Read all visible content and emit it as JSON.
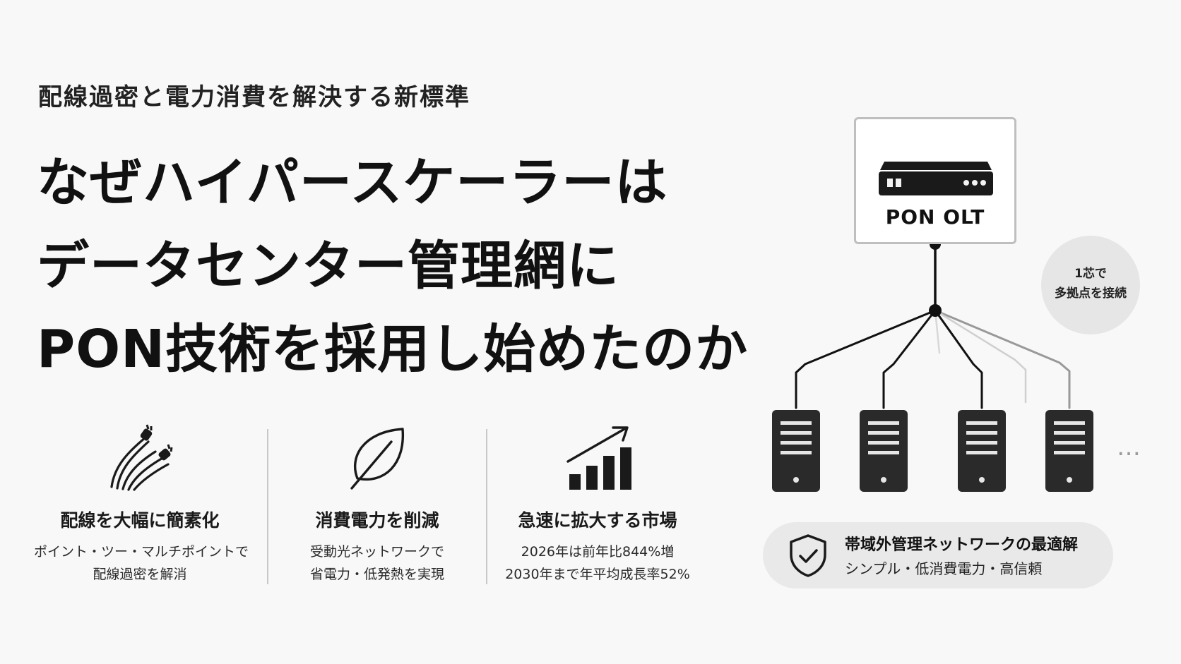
{
  "subtitle": "配線過密と電力消費を解決する新標準",
  "headline": {
    "line1": "なぜハイパースケーラーは",
    "line2": "データセンター管理網に",
    "line3": "PON技術を採用し始めたのか"
  },
  "features": [
    {
      "icon": "cables-plug-icon",
      "title": "配線を大幅に簡素化",
      "desc_line1": "ポイント・ツー・マルチポイントで",
      "desc_line2": "配線過密を解消"
    },
    {
      "icon": "leaf-icon",
      "title": "消費電力を削減",
      "desc_line1": "受動光ネットワークで",
      "desc_line2": "省電力・低発熱を実現"
    },
    {
      "icon": "growth-chart-icon",
      "title": "急速に拡大する市場",
      "desc_line1": "2026年は前年比844%増",
      "desc_line2": "2030年まで年平均成長率52%"
    }
  ],
  "diagram": {
    "olt_label": "PON OLT",
    "badge_line1": "1芯で",
    "badge_line2": "多拠点を接続",
    "ellipsis": "…",
    "oob_title": "帯域外管理ネットワークの最適解",
    "oob_desc": "シンプル・低消費電力・高信頼",
    "icons": [
      "olt-device-icon",
      "server-icon",
      "shield-check-icon"
    ]
  }
}
